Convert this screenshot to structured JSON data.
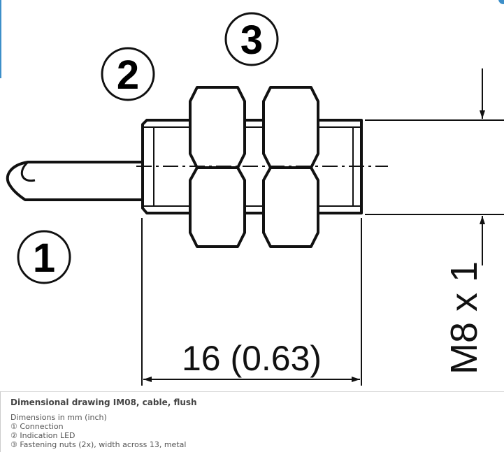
{
  "drawing": {
    "labels": {
      "connection": "1",
      "led": "2",
      "nuts": "3"
    },
    "dimension_length": "16 (0.63)",
    "dimension_thread": "M8 x 1"
  },
  "caption": {
    "title": "Dimensional drawing IM08, cable, flush",
    "lines": [
      "Dimensions in mm (inch)",
      "① Connection",
      "② Indication LED",
      "③ Fastening nuts (2x), width across 13, metal"
    ]
  }
}
